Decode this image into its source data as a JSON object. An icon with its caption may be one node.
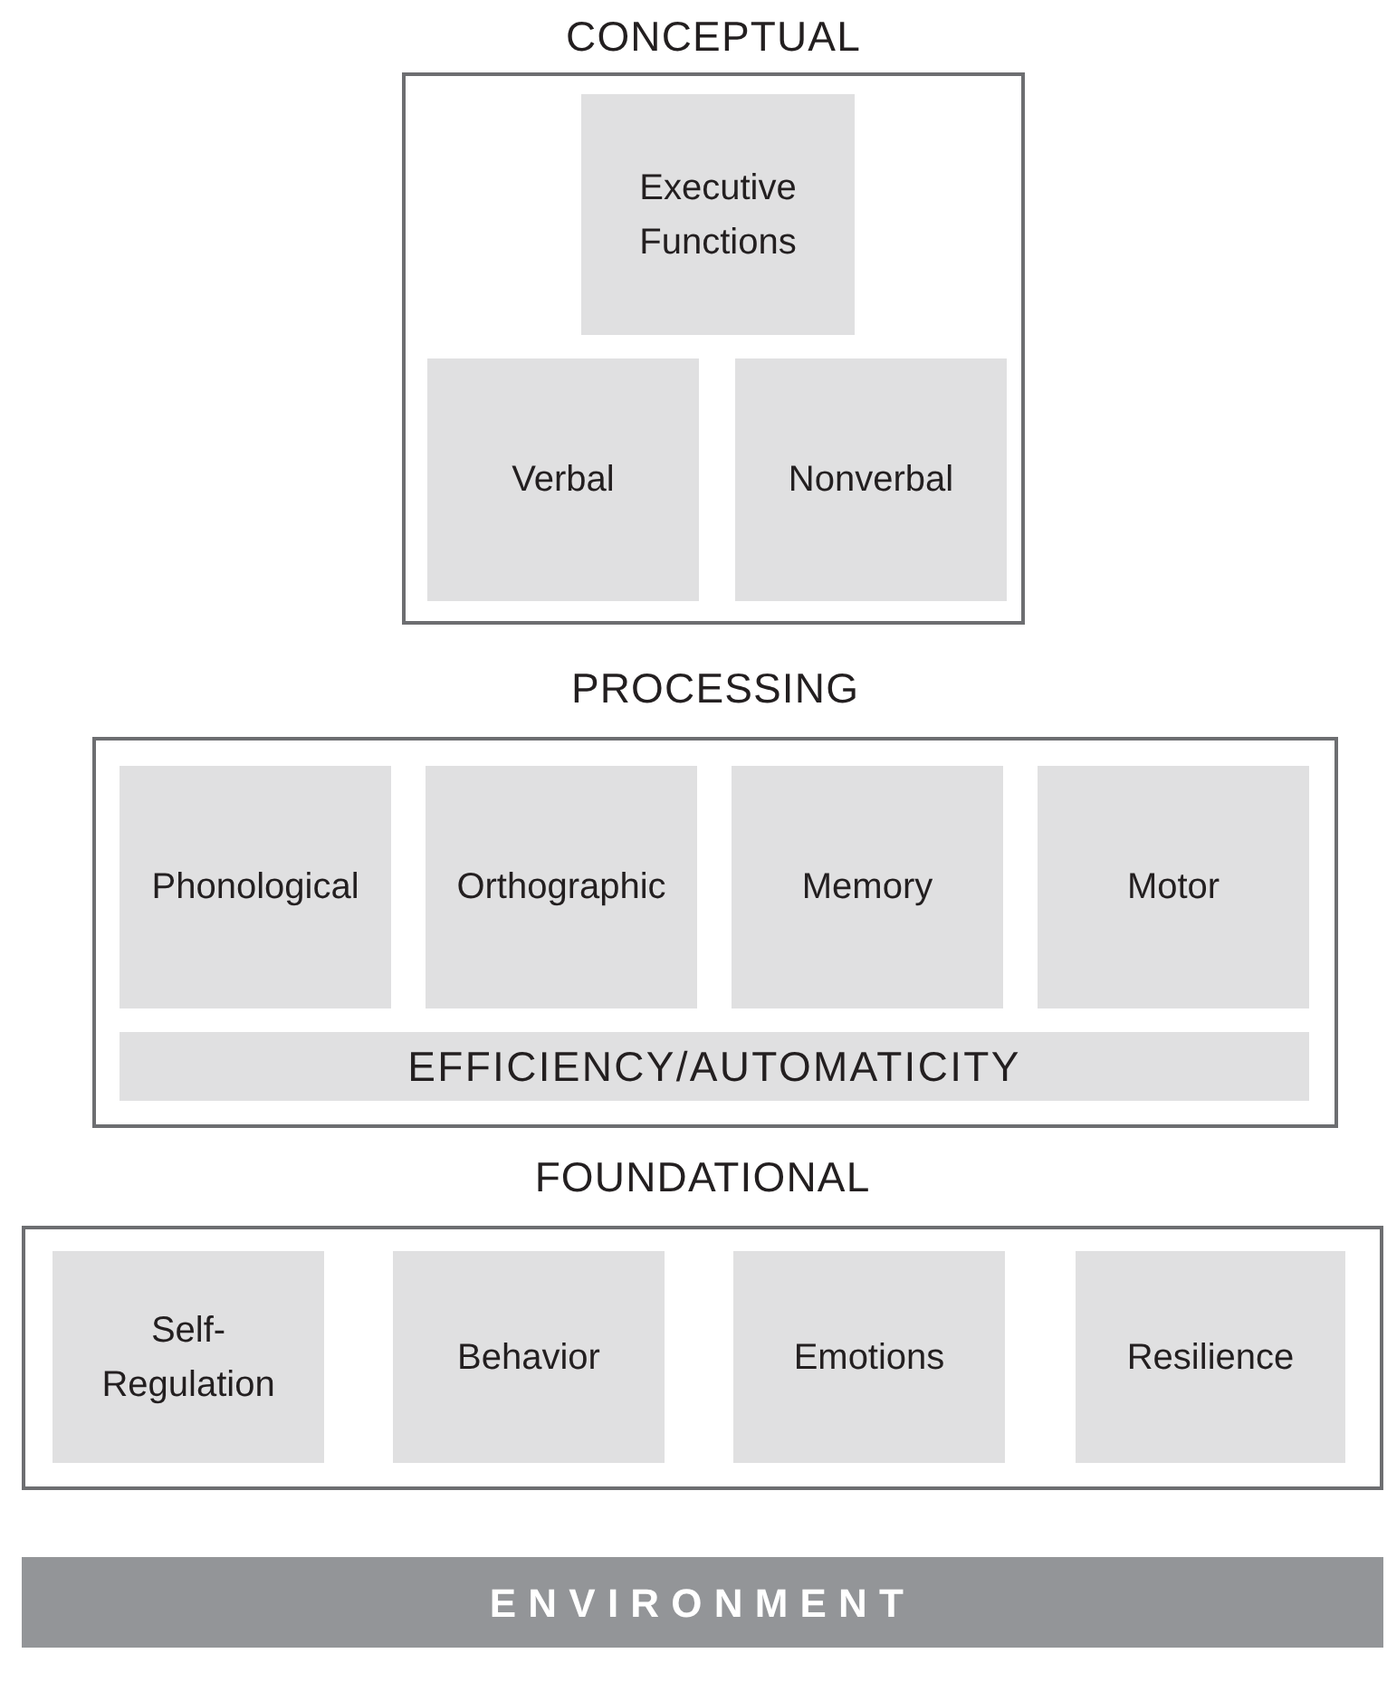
{
  "diagram": {
    "nodes": [
      {
        "text": [
          "CONCEPTUAL"
        ]
      },
      {
        "text": [
          "Executive Functions"
        ],
        "in": 0
      },
      {
        "text": [
          "Verbal"
        ],
        "in": 0
      },
      {
        "text": [
          "Nonverbal"
        ],
        "in": 0
      },
      {
        "text": [
          "PROCESSING"
        ]
      },
      {
        "text": [
          "Phonological"
        ],
        "in": 4
      },
      {
        "text": [
          "Orthographic"
        ],
        "in": 4
      },
      {
        "text": [
          "Memory"
        ],
        "in": 4
      },
      {
        "text": [
          "Motor"
        ],
        "in": 4
      },
      {
        "text": [
          "EFFICIENCY/AUTOMATICITY"
        ],
        "in": 4
      },
      {
        "text": [
          "FOUNDATIONAL"
        ]
      },
      {
        "text": [
          "Self- Regulation"
        ],
        "in": 10
      },
      {
        "text": [
          "Behavior"
        ],
        "in": 10
      },
      {
        "text": [
          "Emotions"
        ],
        "in": 10
      },
      {
        "text": [
          "Resilience"
        ],
        "in": 10
      },
      {
        "text": [
          "ENVIRONMENT"
        ]
      }
    ]
  }
}
